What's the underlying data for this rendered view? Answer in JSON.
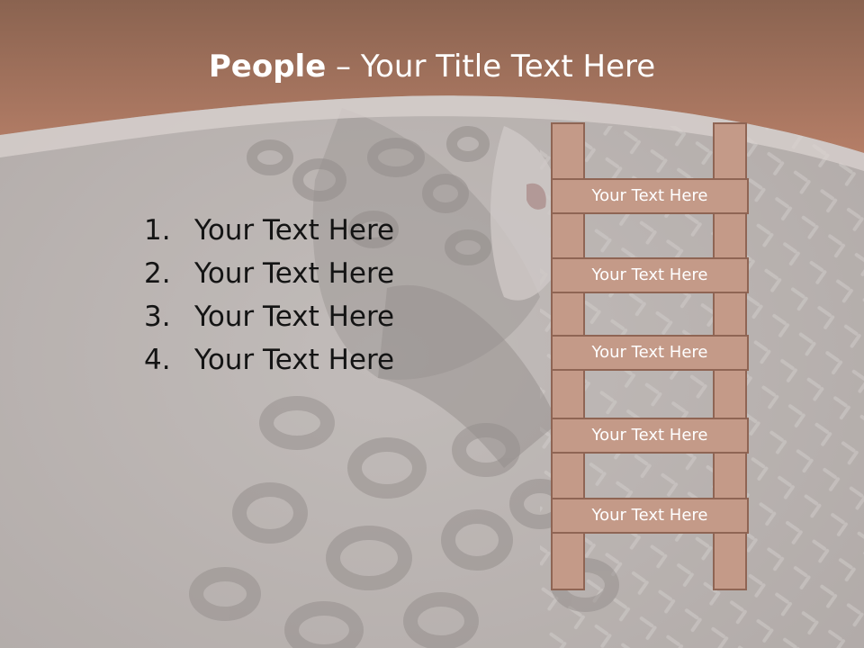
{
  "slide": {
    "title_bold": "People",
    "title_rest": " – Your Title Text Here",
    "list_items": [
      {
        "number": "1.",
        "text": "Your Text Here"
      },
      {
        "number": "2.",
        "text": "Your Text Here"
      },
      {
        "number": "3.",
        "text": "Your Text Here"
      },
      {
        "number": "4.",
        "text": "Your Text Here"
      }
    ],
    "ladder_rungs": [
      "Your Text Here",
      "Your Text Here",
      "Your Text Here",
      "Your Text Here",
      "Your Text Here"
    ]
  },
  "colors": {
    "header_brown": "#a8705a",
    "ladder_fill": "#c49a88",
    "ladder_border": "#8f6554",
    "background_gray": "#b9b3b1"
  }
}
